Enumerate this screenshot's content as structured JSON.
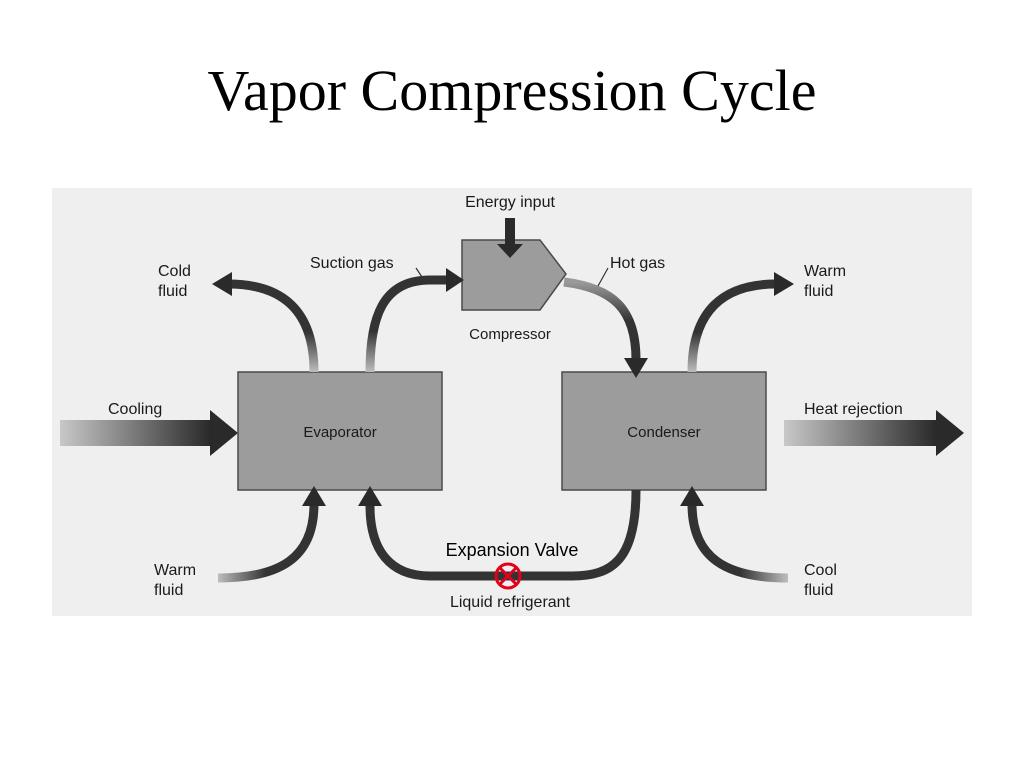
{
  "title": "Vapor Compression Cycle",
  "components": {
    "evaporator": "Evaporator",
    "condenser": "Condenser",
    "compressor": "Compressor"
  },
  "labels": {
    "energy_input": "Energy input",
    "suction_gas": "Suction gas",
    "hot_gas": "Hot gas",
    "cold_fluid_line1": "Cold",
    "cold_fluid_line2": "fluid",
    "warm_fluid_left_line1": "Warm",
    "warm_fluid_left_line2": "fluid",
    "warm_fluid_right_line1": "Warm",
    "warm_fluid_right_line2": "fluid",
    "cool_fluid_line1": "Cool",
    "cool_fluid_line2": "fluid",
    "cooling": "Cooling",
    "heat_rejection": "Heat rejection",
    "liquid_refrigerant": "Liquid refrigerant",
    "expansion_valve": "Expansion Valve"
  },
  "colors": {
    "box_fill": "#9c9c9c",
    "arrow_dark": "#2a2a2a",
    "valve_red": "#e3001b",
    "figure_bg": "#efefef"
  }
}
